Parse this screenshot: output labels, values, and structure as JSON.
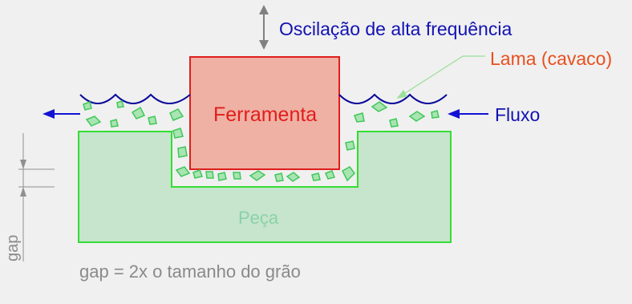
{
  "labels": {
    "oscillation": "Oscilação de alta frequência",
    "slurry": "Lama (cavaco)",
    "flow": "Fluxo",
    "tool": "Ferramenta",
    "workpiece": "Peça",
    "gap_axis": "gap",
    "gap_note": "gap = 2x o tamanho do grão"
  },
  "colors": {
    "tool_fill": "#eeb1a3",
    "tool_stroke": "#e01d1d",
    "workpiece_fill": "#c7e4cd",
    "workpiece_stroke": "#33dd33",
    "slurry_wave": "#0a0a9a",
    "flow_arrow": "#1212d4",
    "abrasive_fill": "#a9e4b2",
    "abrasive_stroke": "#3fc85a",
    "dimension": "#909090"
  },
  "icons": {
    "oscillation": "double-arrow-vertical-icon",
    "flow_in": "arrow-left-icon",
    "flow_out": "arrow-left-icon"
  }
}
